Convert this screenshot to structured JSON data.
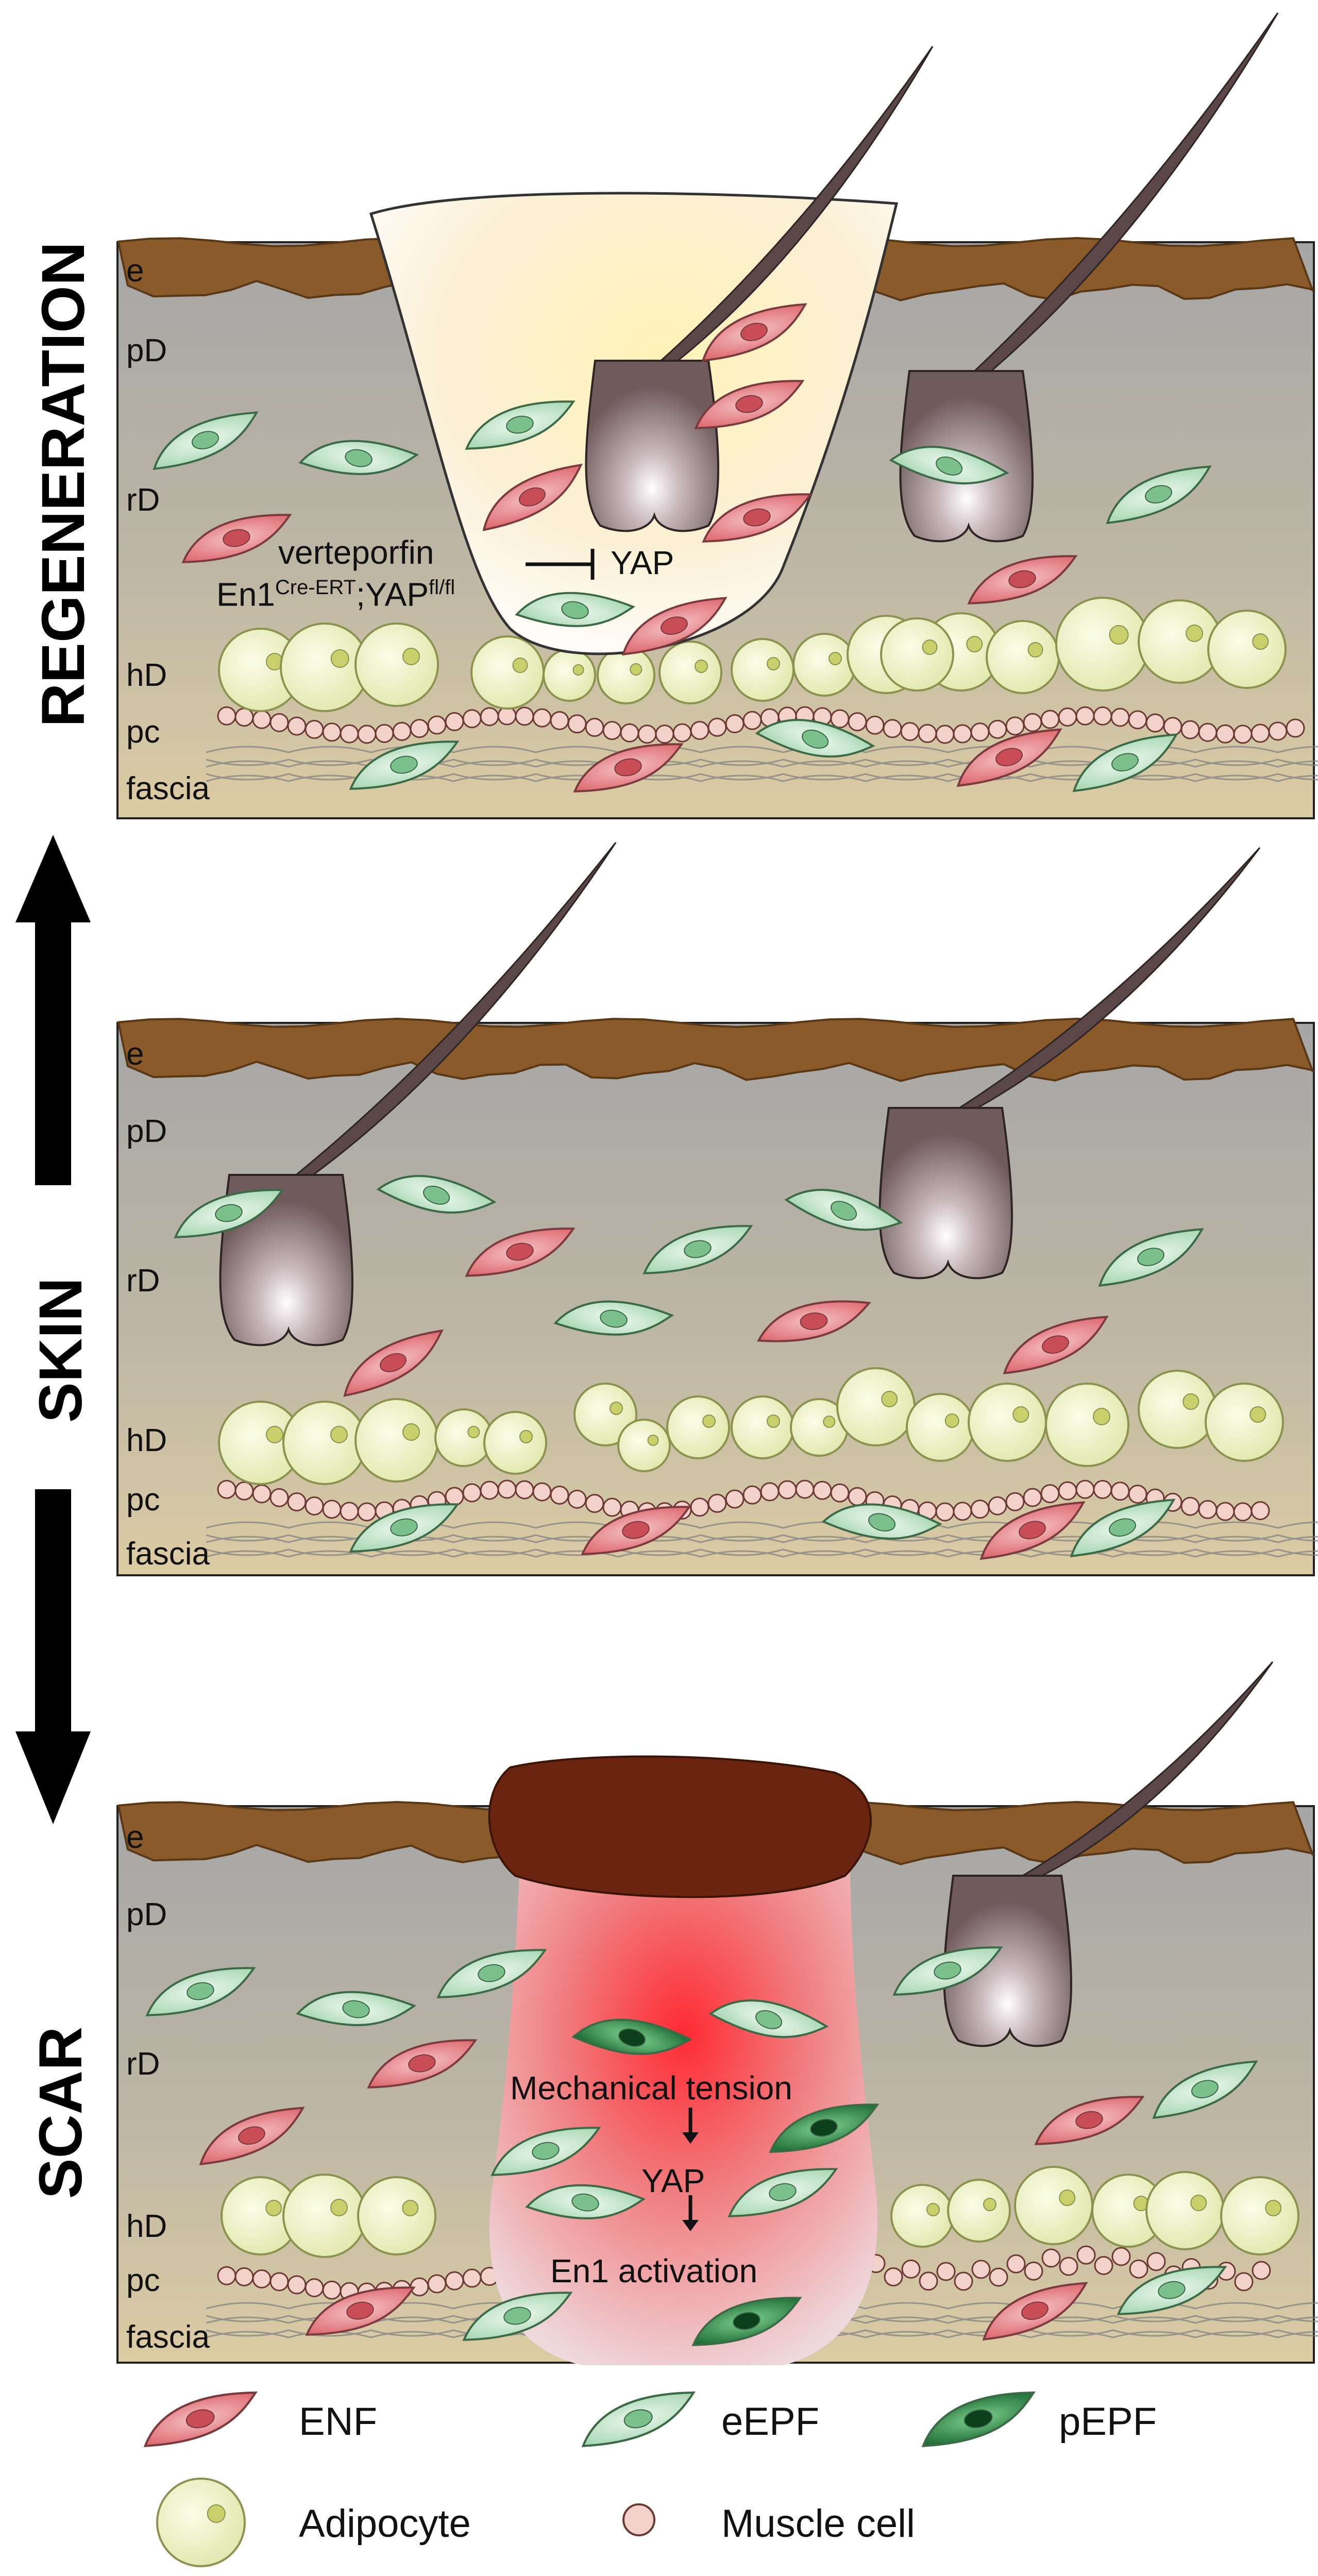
{
  "panels": {
    "regeneration": {
      "side_label": "REGENERATION",
      "layers": [
        "e",
        "pD",
        "rD",
        "hD",
        "pc",
        "fascia"
      ],
      "treatment_line1": "verteporfin",
      "genotype_base": "En1",
      "genotype_sup1": "Cre-ERT",
      "genotype_mid": ";YAP",
      "genotype_sup2": "fl/fl",
      "inhibits_target": "YAP"
    },
    "skin": {
      "side_label": "SKIN",
      "layers": [
        "e",
        "pD",
        "rD",
        "hD",
        "pc",
        "fascia"
      ]
    },
    "scar": {
      "side_label": "SCAR",
      "layers": [
        "e",
        "pD",
        "rD",
        "hD",
        "pc",
        "fascia"
      ],
      "pathway": [
        "Mechanical tension",
        "YAP",
        "En1 activation"
      ]
    }
  },
  "legend": {
    "items": [
      {
        "label": "ENF",
        "color": "#e8898f"
      },
      {
        "label": "eEPF",
        "color": "#b9e2c4"
      },
      {
        "label": "pEPF",
        "color": "#2f8f4e"
      },
      {
        "label": "Adipocyte",
        "color": "#eef2c0"
      },
      {
        "label": "Muscle cell",
        "color": "#f2c9c4"
      }
    ]
  },
  "colors": {
    "epidermis": "#8a5a2b",
    "dermis_top": "#a7a7a7",
    "dermis_bottom": "#d6c7a3",
    "hair": "#6f5a5a",
    "scar_red": "#e8333a",
    "scab": "#6b2410"
  }
}
